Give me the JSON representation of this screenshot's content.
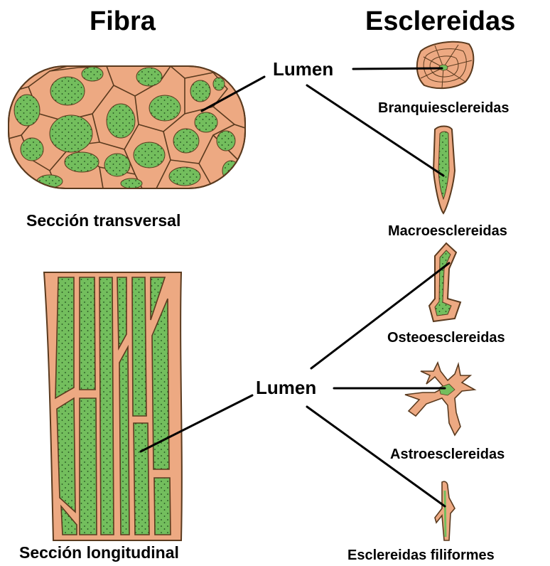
{
  "headings": {
    "left": "Fibra",
    "right": "Esclereidas"
  },
  "captions": {
    "cross_section": "Sección transversal",
    "longitudinal_section": "Sección longitudinal"
  },
  "lumen_labels": {
    "top": "Lumen",
    "bottom": "Lumen"
  },
  "sclereids": [
    {
      "label": "Branquiesclereidas"
    },
    {
      "label": "Macroesclereidas"
    },
    {
      "label": "Osteoesclereidas"
    },
    {
      "label": "Astroesclereidas"
    },
    {
      "label": "Esclereidas filiformes"
    }
  ],
  "colors": {
    "cell_wall": "#EDA982",
    "lumen": "#73BE5D",
    "outline": "#5A3A1E",
    "leader_line": "#000000"
  }
}
